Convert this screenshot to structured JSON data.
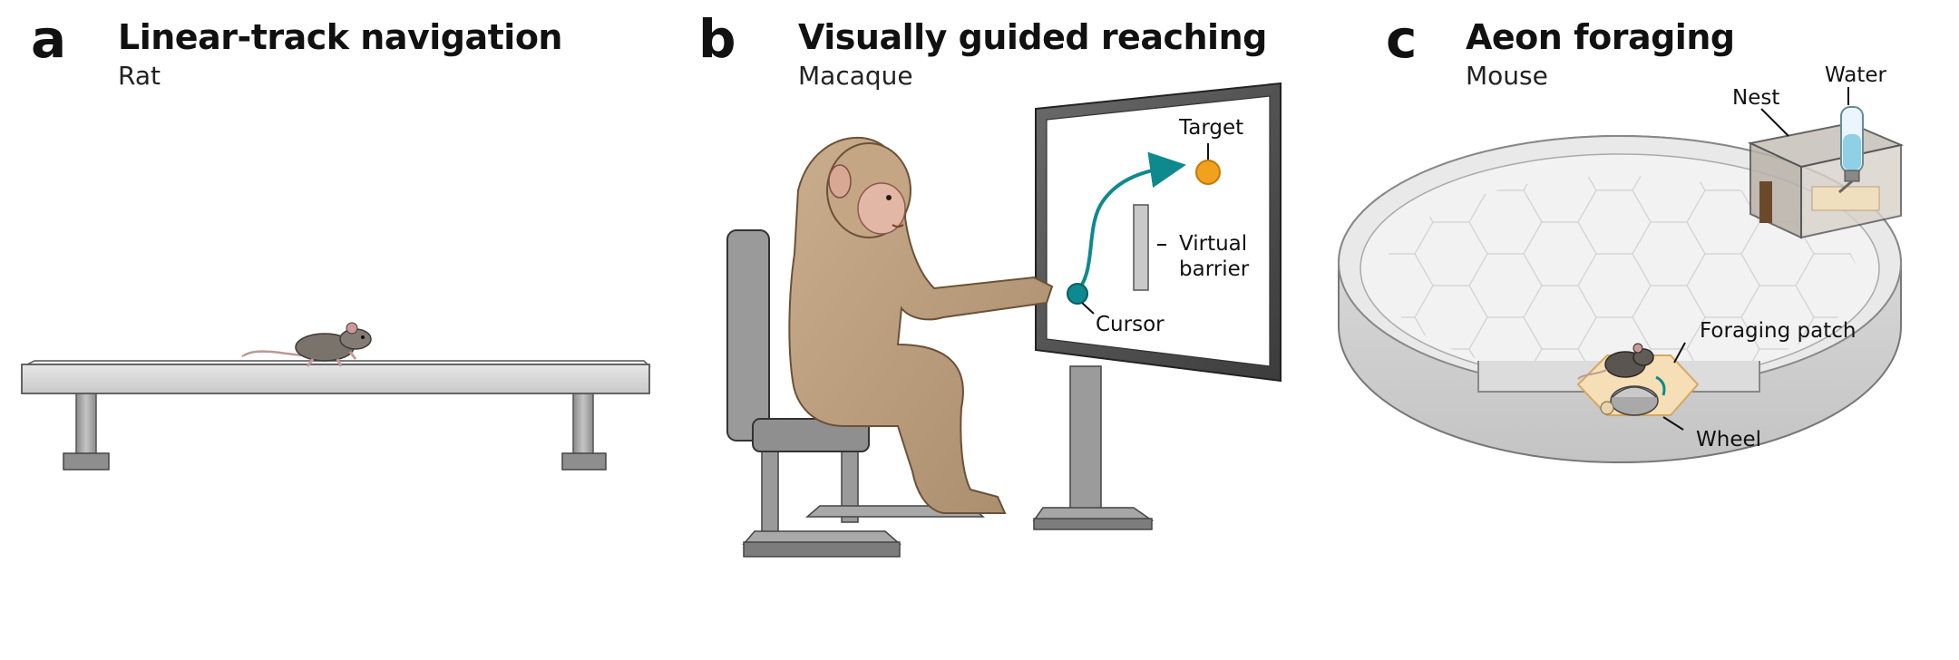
{
  "panels": [
    {
      "letter": "a",
      "title": "Linear-track navigation",
      "subtitle": "Rat"
    },
    {
      "letter": "b",
      "title": "Visually guided reaching",
      "subtitle": "Macaque",
      "labels": {
        "target": "Target",
        "barrier": "Virtual\nbarrier",
        "cursor": "Cursor"
      }
    },
    {
      "letter": "c",
      "title": "Aeon foraging",
      "subtitle": "Mouse",
      "labels": {
        "nest": "Nest",
        "water": "Water",
        "patch": "Foraging patch",
        "wheel": "Wheel"
      }
    }
  ],
  "colors": {
    "cursor": "#0e8a8f",
    "target": "#f2a11d",
    "patch": "#f6dfb6",
    "water": "#8fd0e6"
  }
}
